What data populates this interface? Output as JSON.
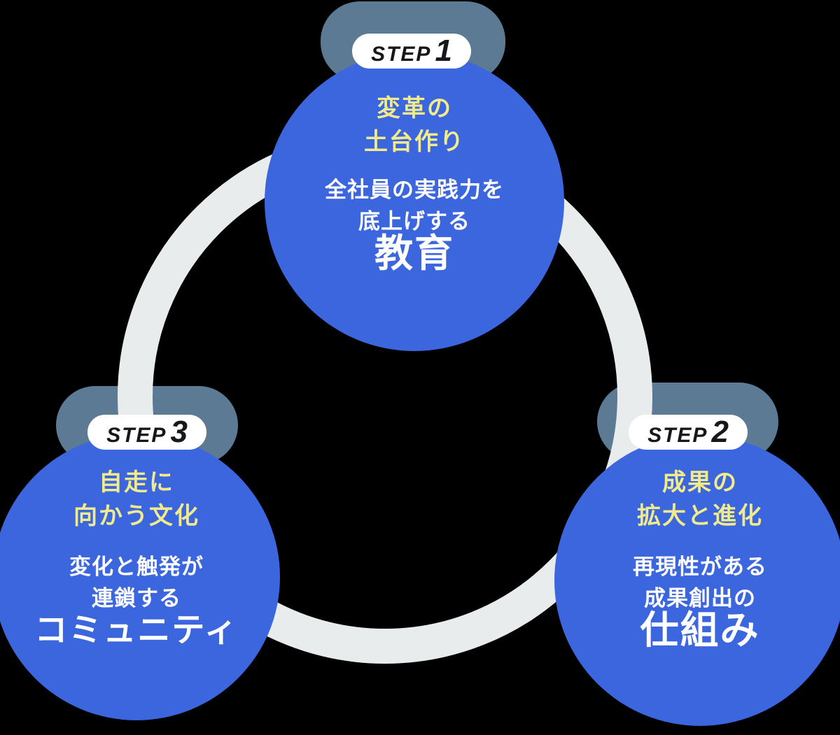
{
  "colors": {
    "background": "#000000",
    "circle_blue": "#3C66DE",
    "connector_slate": "#5C7A93",
    "ring_gray": "#E8ECED",
    "heading_yellow": "#F2EB8B",
    "body_white": "#FFFFFF",
    "badge_bg": "#FFFFFF",
    "badge_text": "#15171B"
  },
  "steps": [
    {
      "badge_word": "STEP",
      "badge_number": "1",
      "heading_lines": [
        "変革の",
        "土台作り"
      ],
      "body_lines": [
        "全社員の実践力を",
        "底上げする"
      ],
      "keyword": "教育"
    },
    {
      "badge_word": "STEP",
      "badge_number": "2",
      "heading_lines": [
        "成果の",
        "拡大と進化"
      ],
      "body_lines": [
        "再現性がある",
        "成果創出の"
      ],
      "keyword": "仕組み"
    },
    {
      "badge_word": "STEP",
      "badge_number": "3",
      "heading_lines": [
        "自走に",
        "向かう文化"
      ],
      "body_lines": [
        "変化と触発が",
        "連鎖する"
      ],
      "keyword": "コミュニティ"
    }
  ]
}
